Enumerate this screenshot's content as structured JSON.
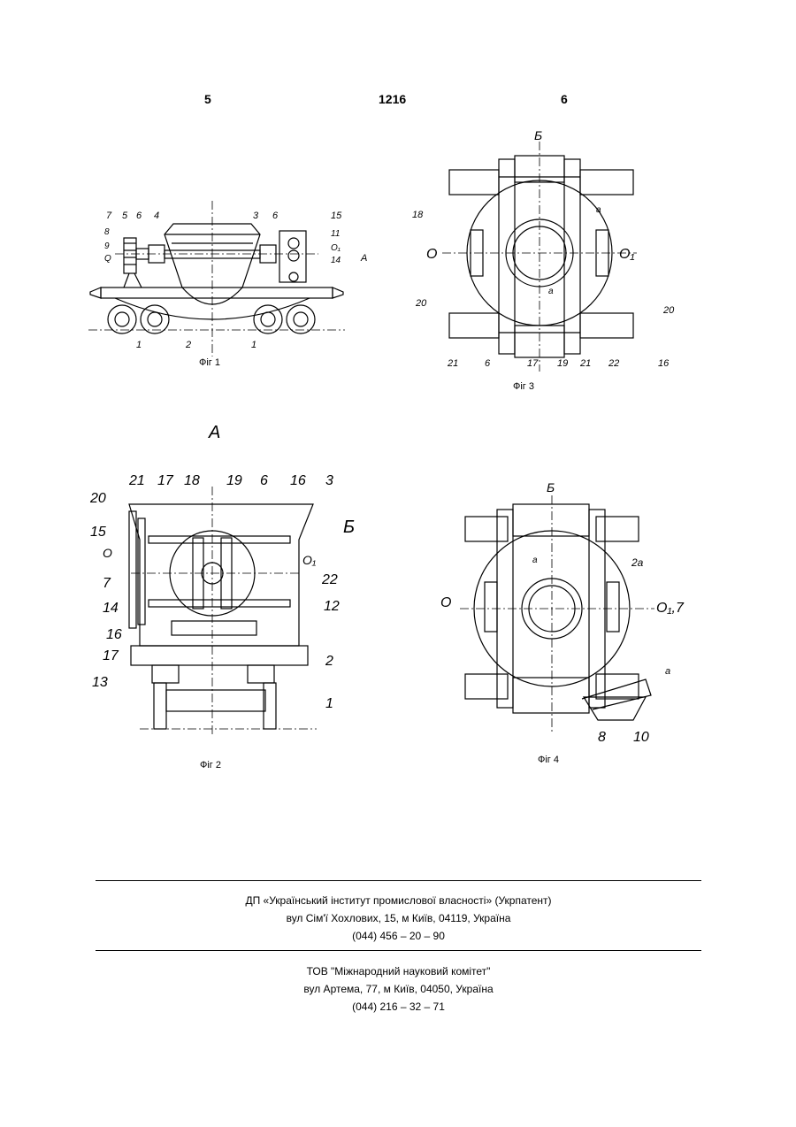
{
  "header": {
    "page_left": "5",
    "patent_number": "1216",
    "page_right": "6"
  },
  "fig1": {
    "caption": "Фіг 1",
    "labels": [
      "7",
      "5",
      "6",
      "4",
      "3",
      "6",
      "15",
      "8",
      "9",
      "Q",
      "11",
      "O₁",
      "14",
      "A",
      "1",
      "2",
      "1"
    ]
  },
  "fig3": {
    "caption": "Фіг 3",
    "labels": [
      "Б",
      "18",
      "a",
      "O",
      "O₁",
      "20",
      "a",
      "20",
      "21",
      "6",
      "17",
      "19",
      "21",
      "22",
      "16"
    ]
  },
  "view_a": {
    "label": "A"
  },
  "fig2": {
    "caption": "Фіг 2",
    "labels": [
      "21",
      "17",
      "18",
      "19",
      "6",
      "16",
      "3",
      "20",
      "Б",
      "15",
      "O",
      "O₁",
      "7",
      "22",
      "14",
      "16",
      "12",
      "17",
      "13",
      "2",
      "1"
    ]
  },
  "fig4": {
    "caption": "Фіг 4",
    "labels": [
      "Б",
      "a",
      "2a",
      "O",
      "O₁,7",
      "a",
      "8",
      "10"
    ]
  },
  "footer": {
    "org1": "ДП «Український інститут промислової власності» (Укрпатент)",
    "org1_address": "вул  Сім'ї Хохлових, 15, м  Київ, 04119, Україна",
    "org1_phone": "(044) 456 – 20 –  90",
    "org2": "ТОВ \"Міжнародний науковий комітет\"",
    "org2_address": "вул  Артема, 77, м  Київ, 04050, Україна",
    "org2_phone": "(044) 216 – 32 – 71"
  }
}
